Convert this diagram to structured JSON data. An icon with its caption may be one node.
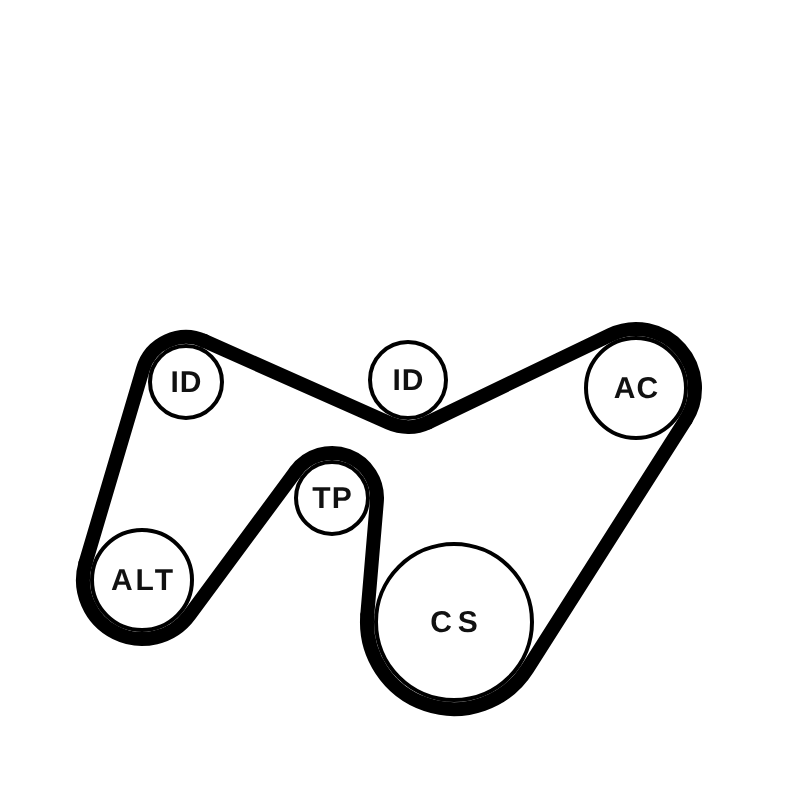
{
  "diagram": {
    "nodes": [
      {
        "text": [
          "ID"
        ]
      },
      {
        "text": [
          "ID"
        ]
      },
      {
        "text": [
          "AC"
        ]
      },
      {
        "text": [
          "TP"
        ]
      },
      {
        "text": [
          "ALT"
        ]
      },
      {
        "text": [
          "CS"
        ]
      }
    ],
    "edges": [
      {
        "from": 0,
        "to": 1,
        "arrow": "none"
      },
      {
        "from": 1,
        "to": 2,
        "arrow": "none"
      },
      {
        "from": 2,
        "to": 5,
        "arrow": "none"
      },
      {
        "from": 5,
        "to": 3,
        "arrow": "none"
      },
      {
        "from": 3,
        "to": 4,
        "arrow": "none"
      },
      {
        "from": 4,
        "to": 0,
        "arrow": "none"
      }
    ]
  }
}
